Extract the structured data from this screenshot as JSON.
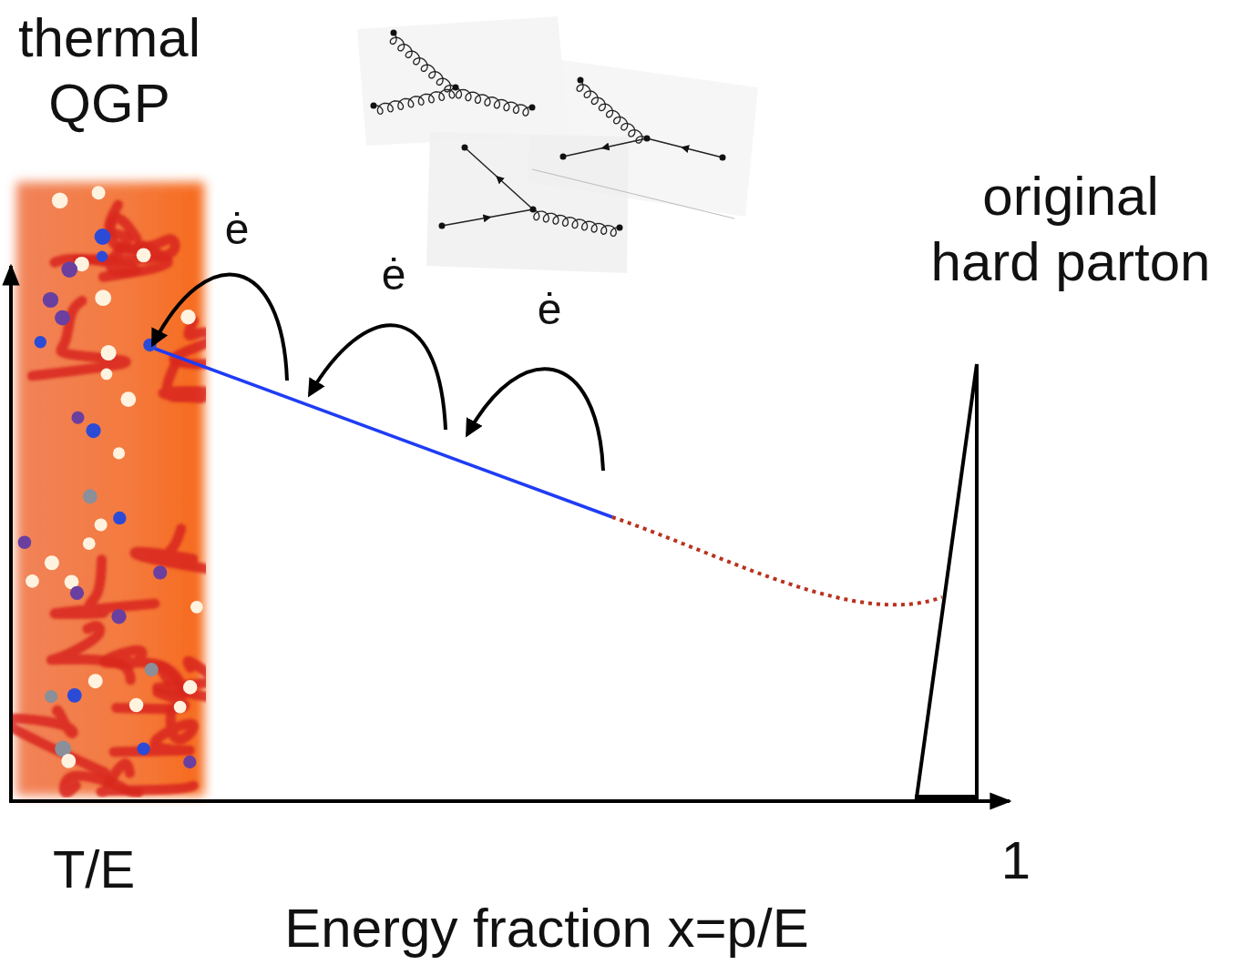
{
  "diagram": {
    "labels": [
      "thermal QGP",
      "ė",
      "ė",
      "ė",
      "original hard parton",
      "T/E",
      "1",
      "Energy fraction x=p/E"
    ]
  }
}
